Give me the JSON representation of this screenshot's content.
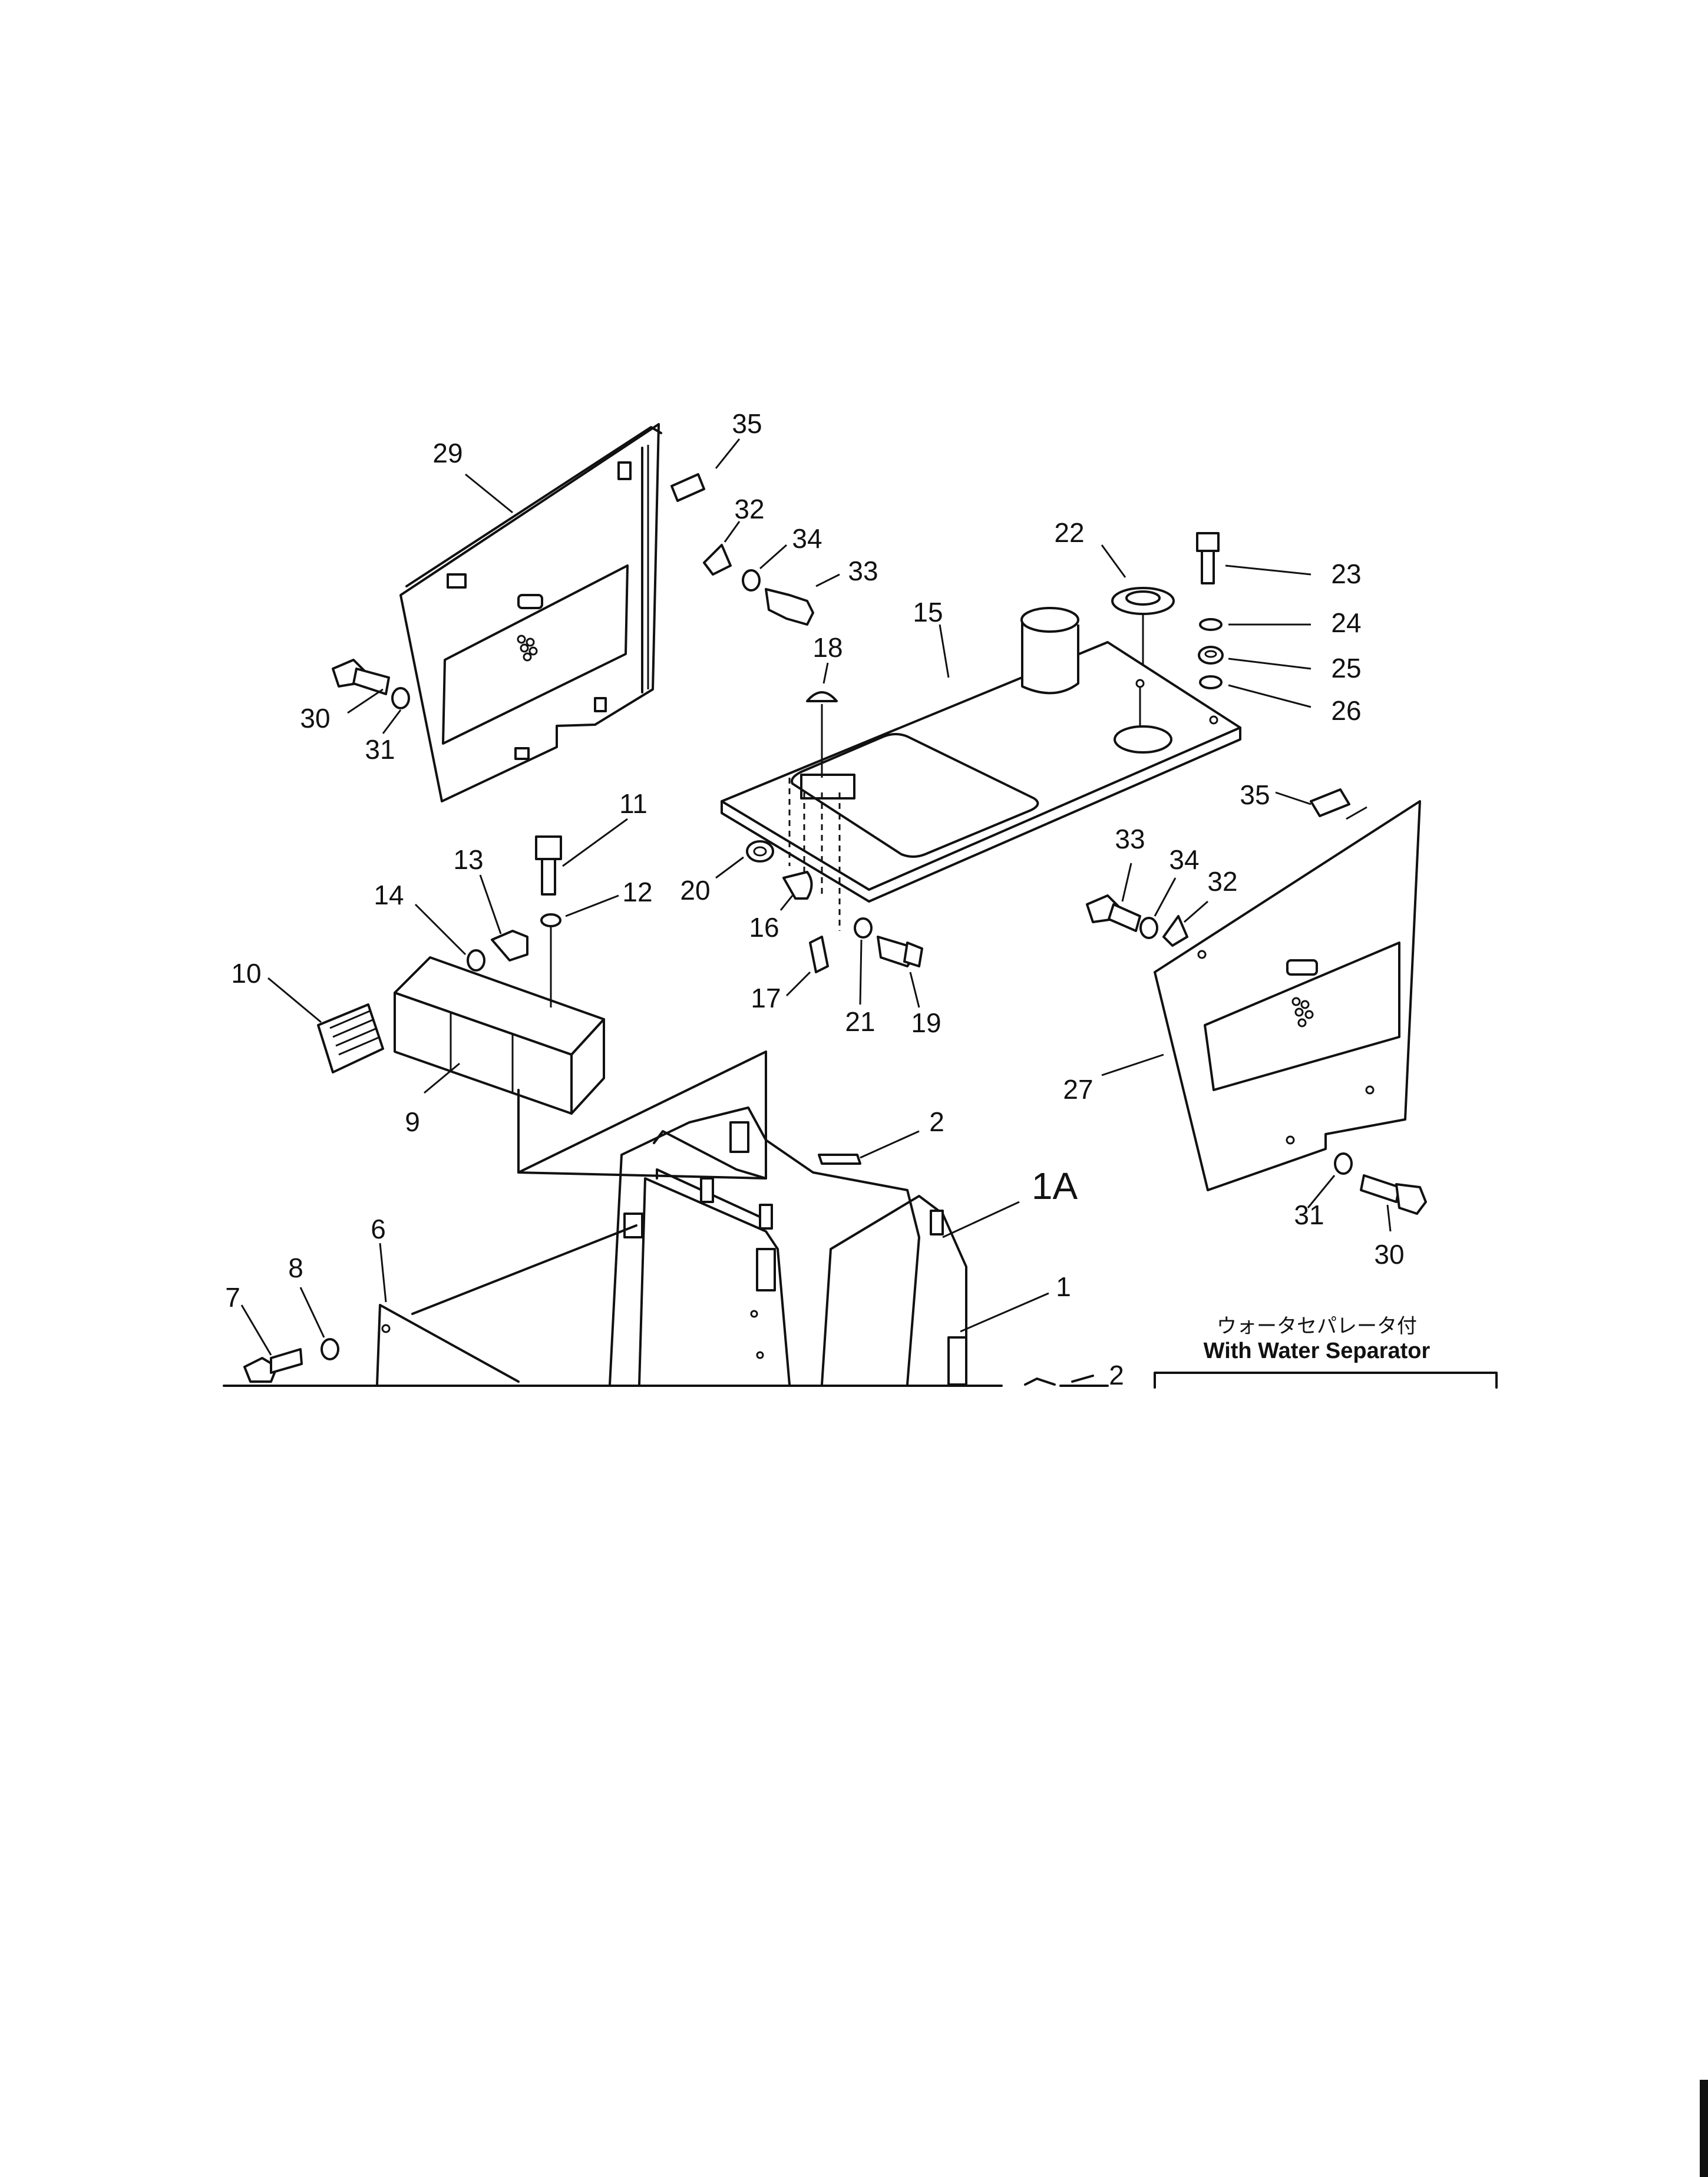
{
  "callouts": {
    "c1": "1",
    "c1A": "1A",
    "c2": "2",
    "c2b": "2",
    "c6": "6",
    "c7": "7",
    "c8": "8",
    "c9": "9",
    "c10": "10",
    "c11": "11",
    "c12": "12",
    "c13": "13",
    "c14": "14",
    "c15": "15",
    "c16": "16",
    "c17": "17",
    "c18": "18",
    "c19": "19",
    "c20": "20",
    "c21": "21",
    "c22": "22",
    "c23": "23",
    "c24": "24",
    "c25": "25",
    "c26": "26",
    "c27": "27",
    "c29": "29",
    "c30a": "30",
    "c30b": "30",
    "c31a": "31",
    "c31b": "31",
    "c32a": "32",
    "c32b": "32",
    "c33a": "33",
    "c33b": "33",
    "c34a": "34",
    "c34b": "34",
    "c35a": "35",
    "c35b": "35"
  },
  "note": {
    "japanese": "ウォータセパレータ付",
    "english": "With Water Separator"
  }
}
